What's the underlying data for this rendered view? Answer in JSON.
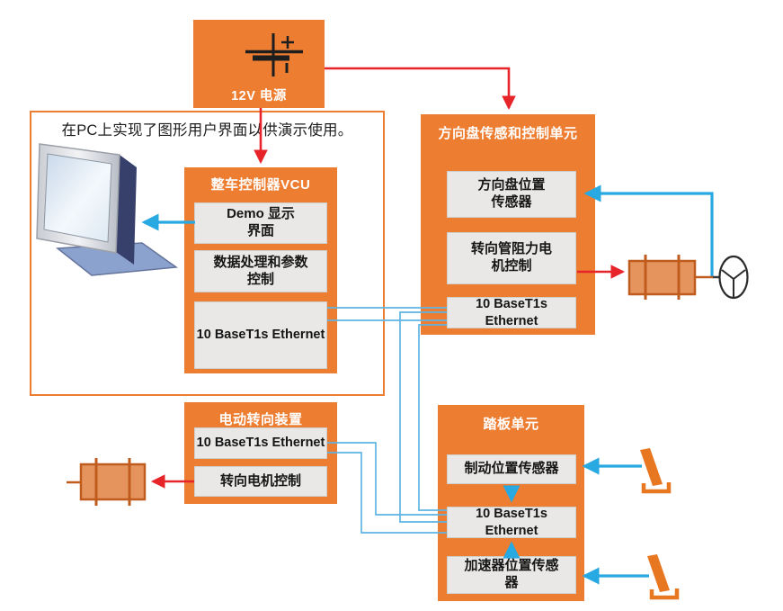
{
  "blocks": {
    "power": {
      "title": "12V 电源"
    },
    "pc_note": {
      "text": "在PC上实现了图形用户界面以供演示使用。"
    },
    "vcu": {
      "title": "整车控制器VCU",
      "demo": "Demo 显示\n界面",
      "data_ctrl": "数据处理和参数\n控制",
      "eth": "10 BaseT1s Ethernet"
    },
    "steering_unit": {
      "title": "方向盘传感和控制单元",
      "pos_sensor": "方向盘位置\n传感器",
      "resist_ctrl": "转向管阻力电\n机控制",
      "eth": "10 BaseT1s Ethernet"
    },
    "steering_device": {
      "title": "电动转向装置",
      "eth": "10 BaseT1s Ethernet",
      "motor_ctrl": "转向电机控制"
    },
    "pedal_unit": {
      "title": "踏板单元",
      "brake_sensor": "制动位置传感器",
      "eth": "10 BaseT1s Ethernet",
      "accel_sensor": "加速器位置传感\n器"
    }
  },
  "icons": {
    "battery": "battery-icon",
    "monitor": "monitor-icon",
    "column_motor": "steering-column-motor-icon",
    "steering_motor": "steering-motor-icon",
    "steering_wheel": "steering-wheel-icon",
    "brake_pedal": "brake-pedal-icon",
    "accel_pedal": "accelerator-pedal-icon"
  },
  "colors": {
    "orange": "#ED7D31",
    "motor_fill": "#E6945E",
    "motor_stroke": "#C05B1E",
    "red_arrow": "#E8242B",
    "blue_arrow": "#29A9E1",
    "wire_blue": "#5FB4E3",
    "panel_gray": "#E9E8E6"
  }
}
